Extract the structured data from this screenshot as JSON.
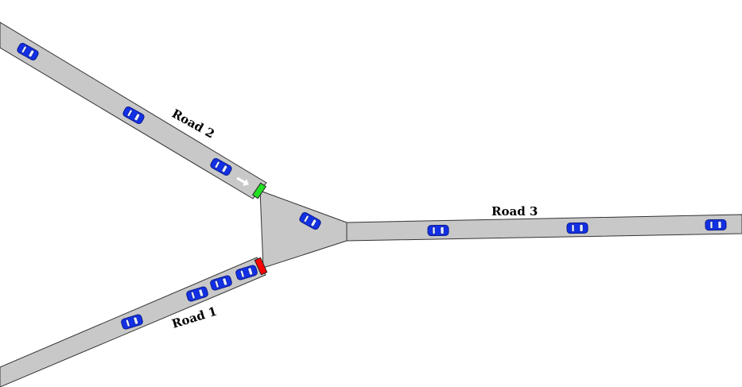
{
  "roads": [
    {
      "id": "road-1",
      "label": "Road 1"
    },
    {
      "id": "road-2",
      "label": "Road 2"
    },
    {
      "id": "road-3",
      "label": "Road 3"
    }
  ],
  "signals": {
    "road_1": {
      "state": "red",
      "color": "#ff0000"
    },
    "road_2": {
      "state": "green",
      "color": "#22e022"
    }
  },
  "arrow_icon": "right-arrow-icon",
  "colors": {
    "road": "#c8c8c8",
    "road_edge": "#333333",
    "car": "#1230e6",
    "background": "#ffffff"
  }
}
